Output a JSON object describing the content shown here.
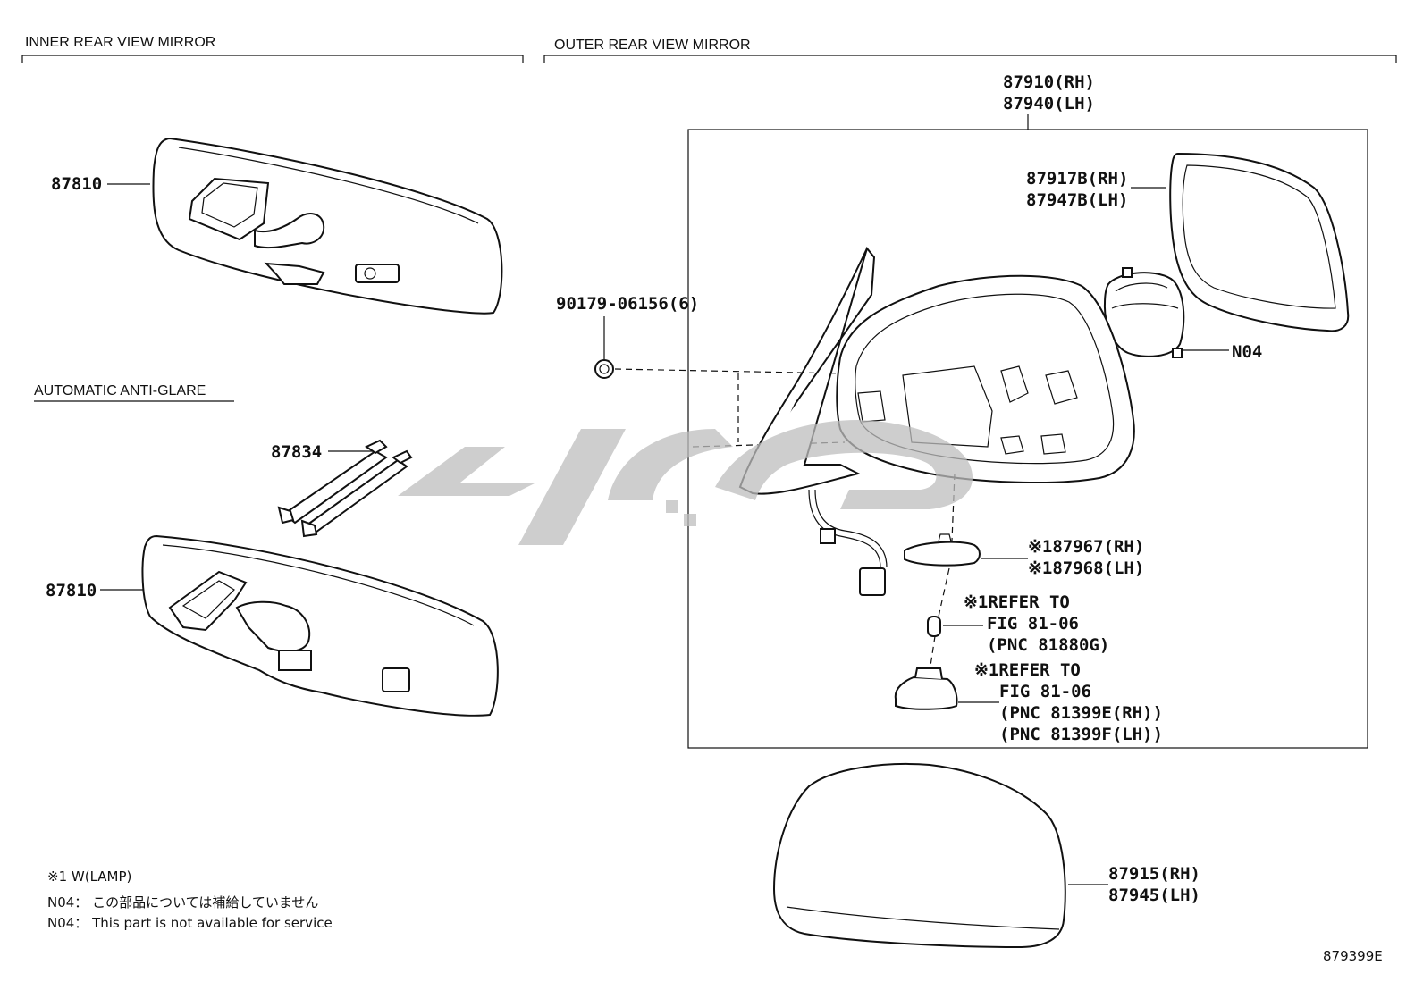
{
  "sections": {
    "inner": "INNER REAR VIEW MIRROR",
    "outer": "OUTER REAR VIEW MIRROR",
    "auto": "AUTOMATIC ANTI-GLARE"
  },
  "labels": {
    "p87810a": "87810",
    "p87834": "87834",
    "p87810b": "87810",
    "p87910": "87910(RH)",
    "p87940": "87940(LH)",
    "p87917b": "87917B(RH)",
    "p87947b": "87947B(LH)",
    "p90179": "90179-06156(6)",
    "n04": "N04",
    "p87967": "※187967(RH)",
    "p87968": "※187968(LH)",
    "ref1_l1": "※1REFER TO",
    "ref1_l2": "FIG 81-06",
    "ref1_l3": "(PNC 81880G)",
    "ref2_l1": "※1REFER TO",
    "ref2_l2": "FIG 81-06",
    "ref2_l3": "(PNC 81399E(RH))",
    "ref2_l4": "(PNC 81399F(LH))",
    "p87915": "87915(RH)",
    "p87945": "87945(LH)"
  },
  "notes": {
    "w_lamp": "※1 W(LAMP)",
    "n04_jp": "N04： この部品については補給していません",
    "n04_en": "N04： This part is not available for service"
  },
  "figure_id": "879399E"
}
